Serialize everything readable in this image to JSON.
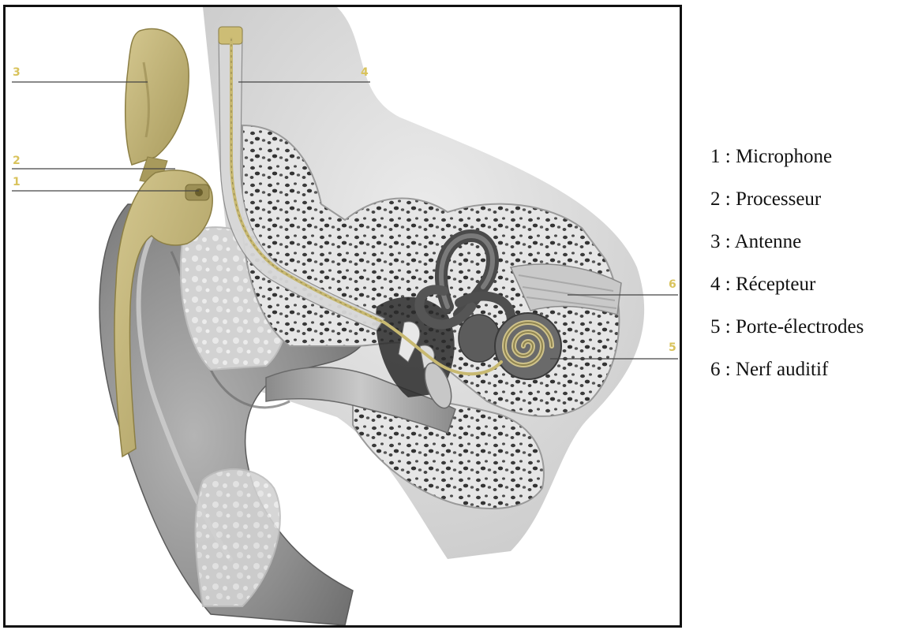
{
  "diagram": {
    "callouts": [
      {
        "number": "1",
        "label": "Microphone"
      },
      {
        "number": "2",
        "label": "Processeur"
      },
      {
        "number": "3",
        "label": "Antenne"
      },
      {
        "number": "4",
        "label": "Récepteur"
      },
      {
        "number": "5",
        "label": "Porte-électrodes"
      },
      {
        "number": "6",
        "label": "Nerf auditif"
      }
    ],
    "legend_separator": " : ",
    "colors": {
      "frame": "#111111",
      "implant": "#bfb27a",
      "callout_number": "#d9c35c",
      "leader_line": "#444444",
      "bone": "#e3e3e3",
      "tissue": "#9a9a9a"
    }
  }
}
